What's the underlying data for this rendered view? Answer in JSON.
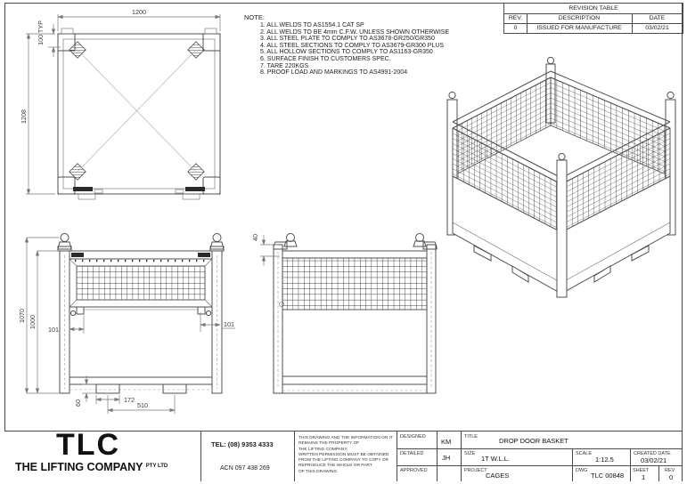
{
  "notes": {
    "heading": "NOTE:",
    "items": [
      "1. ALL WELDS TO AS1554.1 CAT SP",
      "2. ALL WELDS TO BE 4mm C.F.W. UNLESS SHOWN OTHERWISE",
      "3. ALL STEEL PLATE TO COMPLY TO AS3678-GR250/GR350",
      "4. ALL STEEL SECTIONS TO COMPLY TO AS3679-GR300 PLUS",
      "5. ALL HOLLOW SECTIONS TO COMPLY TO AS1163-GR350",
      "6. SURFACE FINISH TO CUSTOMERS SPEC.",
      "7. TARE 220KGS",
      "8. PROOF LOAD AND MARKINGS TO AS4991-2004"
    ]
  },
  "revision_table": {
    "title": "REVISION TABLE",
    "col_rev": "REV.",
    "col_desc": "DESCRIPTION",
    "col_date": "DATE",
    "row_rev": "0",
    "row_desc": "ISSUED FOR MANUFACTURE",
    "row_date": "03/02/21"
  },
  "dims": {
    "plan_width": "1200",
    "plan_height": "1208",
    "plan_post": "100 TYP",
    "front_outer_height": "1070",
    "front_inner_height": "1000",
    "front_left_offset": "101",
    "front_right_offset": "101",
    "foot_height": "60",
    "foot_width": "172",
    "foot_pitch": "510",
    "side_lug_drop": "40"
  },
  "title_block": {
    "logo": "TLC",
    "company_name": "THE LIFTING COMPANY",
    "company_suffix": "PTY LTD",
    "tel": "TEL: (08) 9353 4333",
    "acn": "ACN 097 438 269",
    "disclaimer_lines": [
      "THIS DRAWING AND THE INFORMATION ON IT",
      "REMAINS THE PROPERTY OF",
      "THE LIFTING COMPANY.",
      "WRITTEN PERMISSION MUST BE OBTAINED",
      "FROM THE LIFTING COMPANY TO COPY OR",
      "REPRODUCE THE WHOLE OR PART",
      "OF THIS DRAWING."
    ],
    "designed_label": "DESIGNED",
    "designed_value": "KM",
    "detailed_label": "DETAILED",
    "detailed_value": "JH",
    "approved_label": "APPROVED",
    "approved_value": "",
    "title_label": "TITLE",
    "title_value": "DROP DOOR BASKET",
    "size_label": "SIZE",
    "size_value": "1T W.L.L.",
    "scale_label": "SCALE",
    "scale_value": "1:12.5",
    "created_label": "CREATED DATE",
    "created_value": "03/02/21",
    "project_label": "PROJECT",
    "project_value": "CAGES",
    "dwg_label": "DWG",
    "dwg_value": "TLC 00848",
    "sheet_label": "SHEET",
    "sheet_value": "1",
    "rev_label": "REV",
    "rev_value": "0"
  }
}
